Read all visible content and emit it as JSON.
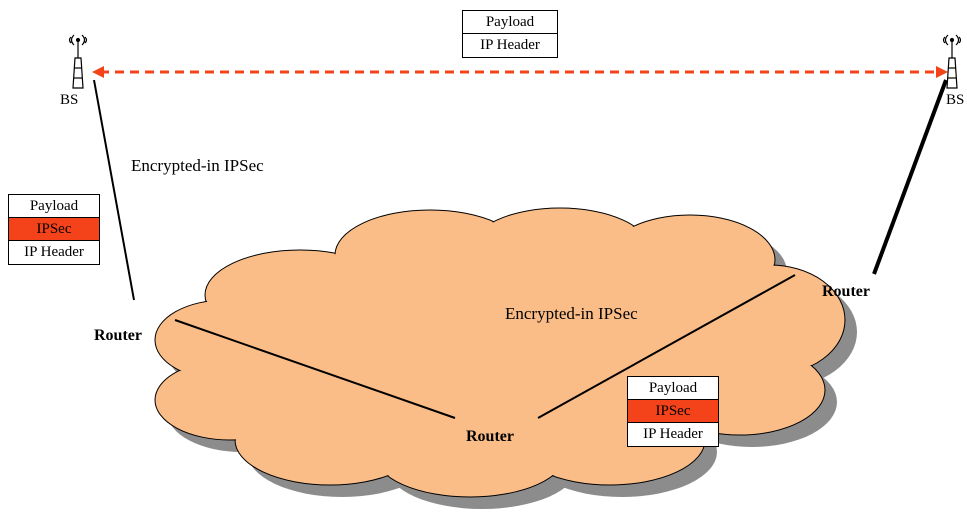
{
  "base_stations": {
    "left": {
      "label": "BS"
    },
    "right": {
      "label": "BS"
    }
  },
  "top_stack": {
    "rows": [
      "Payload",
      "IP Header"
    ]
  },
  "left_stack": {
    "rows": [
      "Payload",
      "IPSec",
      "IP Header"
    ]
  },
  "bottom_stack": {
    "rows": [
      "Payload",
      "IPSec",
      "IP Header"
    ]
  },
  "labels": {
    "encrypted_left": "Encrypted-in IPSec",
    "encrypted_cloud": "Encrypted-in IPSec",
    "router_left": "Router",
    "router_bottom": "Router",
    "router_right": "Router"
  },
  "colors": {
    "cloud_fill": "#fbbd88",
    "cloud_shadow": "#8c8c8c",
    "ipsec": "#f4421a",
    "link_dashed": "#f4421a"
  }
}
